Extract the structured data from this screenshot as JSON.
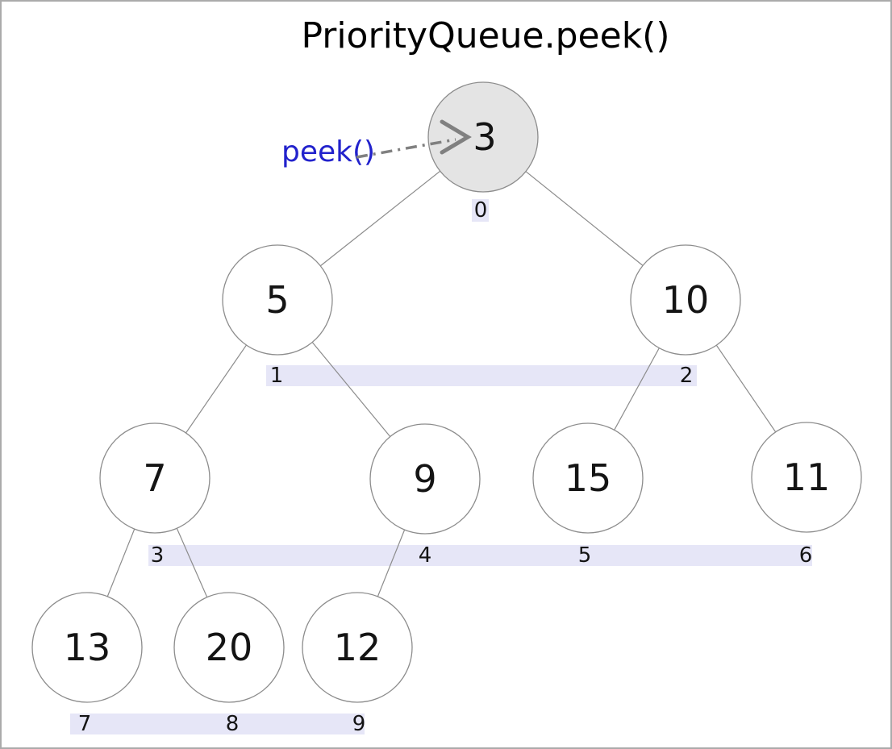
{
  "title": "PriorityQueue.peek()",
  "annotation": {
    "label": "peek()",
    "color": "#2222cc"
  },
  "colors": {
    "index_band": "#e6e6f7",
    "highlight_fill": "#e4e4e4",
    "node_fill": "#ffffff",
    "arrow": "#808080"
  },
  "heap": {
    "nodes": [
      {
        "value": "3",
        "index": "0"
      },
      {
        "value": "5",
        "index": "1"
      },
      {
        "value": "10",
        "index": "2"
      },
      {
        "value": "7",
        "index": "3"
      },
      {
        "value": "9",
        "index": "4"
      },
      {
        "value": "15",
        "index": "5"
      },
      {
        "value": "11",
        "index": "6"
      },
      {
        "value": "13",
        "index": "7"
      },
      {
        "value": "20",
        "index": "8"
      },
      {
        "value": "12",
        "index": "9"
      }
    ]
  }
}
